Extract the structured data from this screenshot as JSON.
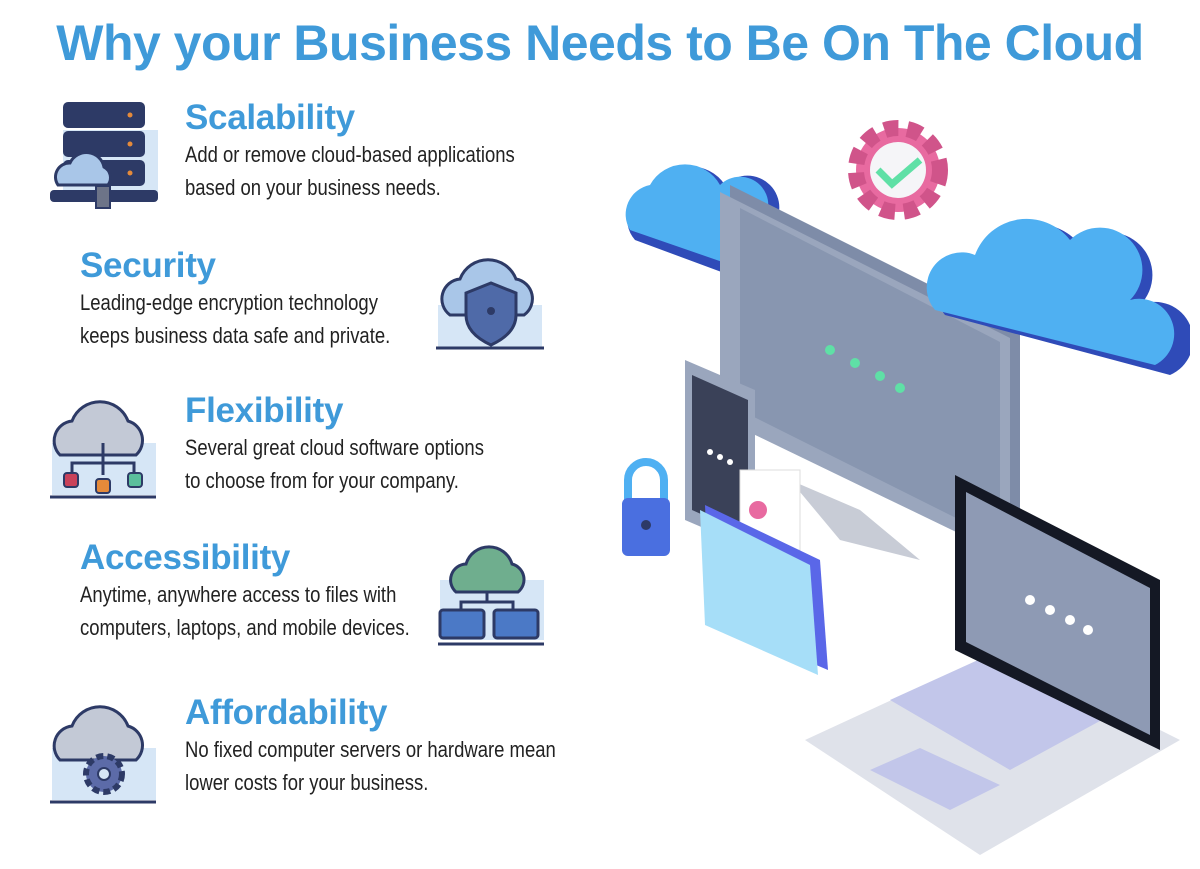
{
  "title": "Why your Business Needs to Be On The Cloud",
  "features": [
    {
      "heading": "Scalability",
      "line1": "Add or remove cloud-based applications",
      "line2": "based on your business needs.",
      "icon": "server-cloud-icon"
    },
    {
      "heading": "Security",
      "line1": "Leading-edge encryption technology",
      "line2": "keeps business data safe and private.",
      "icon": "cloud-shield-icon"
    },
    {
      "heading": "Flexibility",
      "line1": "Several great cloud software options",
      "line2": "to choose from for your company.",
      "icon": "cloud-network-icon"
    },
    {
      "heading": "Accessibility",
      "line1": "Anytime, anywhere access to files with",
      "line2": "computers, laptops, and mobile devices.",
      "icon": "cloud-computers-icon"
    },
    {
      "heading": "Affordability",
      "line1": "No fixed computer servers or hardware mean",
      "line2": "lower costs for your business.",
      "icon": "cloud-gear-icon"
    }
  ],
  "colors": {
    "accent": "#3f9ad9",
    "text": "#222222",
    "navy": "#2a3560"
  }
}
